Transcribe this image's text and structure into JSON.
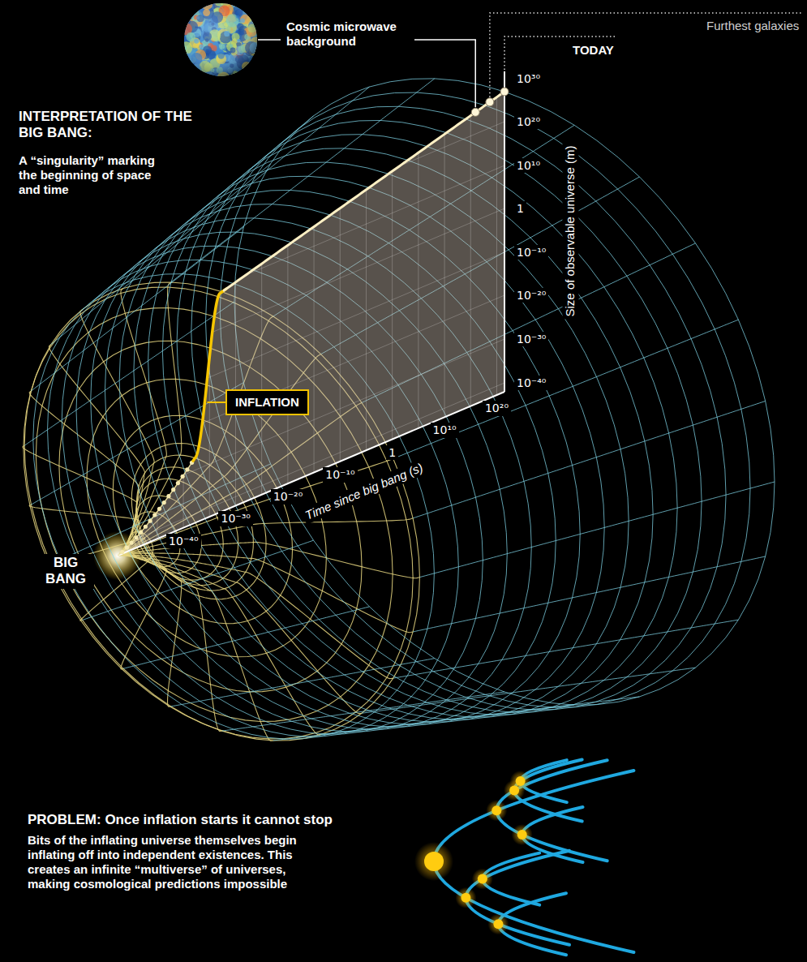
{
  "diagram": {
    "nodes": [
      {
        "text": [
          "INFLATION"
        ]
      }
    ],
    "labels": [
      "Cosmic microwave background",
      "Furthest galaxies",
      "TODAY",
      "10³⁰",
      "10²⁰",
      "10¹⁰",
      "1",
      "10⁻¹⁰",
      "10⁻²⁰",
      "10⁻³⁰",
      "10⁻⁴⁰",
      "Size of observable universe (m)",
      "INTERPRETATION OF THE BIG BANG:",
      "A “singularity” marking the beginning of space and time",
      "10⁻⁴⁰",
      "10⁻³⁰",
      "10⁻²⁰",
      "10⁻¹⁰",
      "1",
      "10¹⁰",
      "10²⁰",
      "Time since big bang (s)",
      "BIG BANG",
      "PROBLEM: Once inflation starts it cannot stop",
      "Bits of the inflating universe themselves begin inflating off into independent existences. This creates an infinite “multiverse” of universes, making cosmological predictions impossible"
    ]
  }
}
